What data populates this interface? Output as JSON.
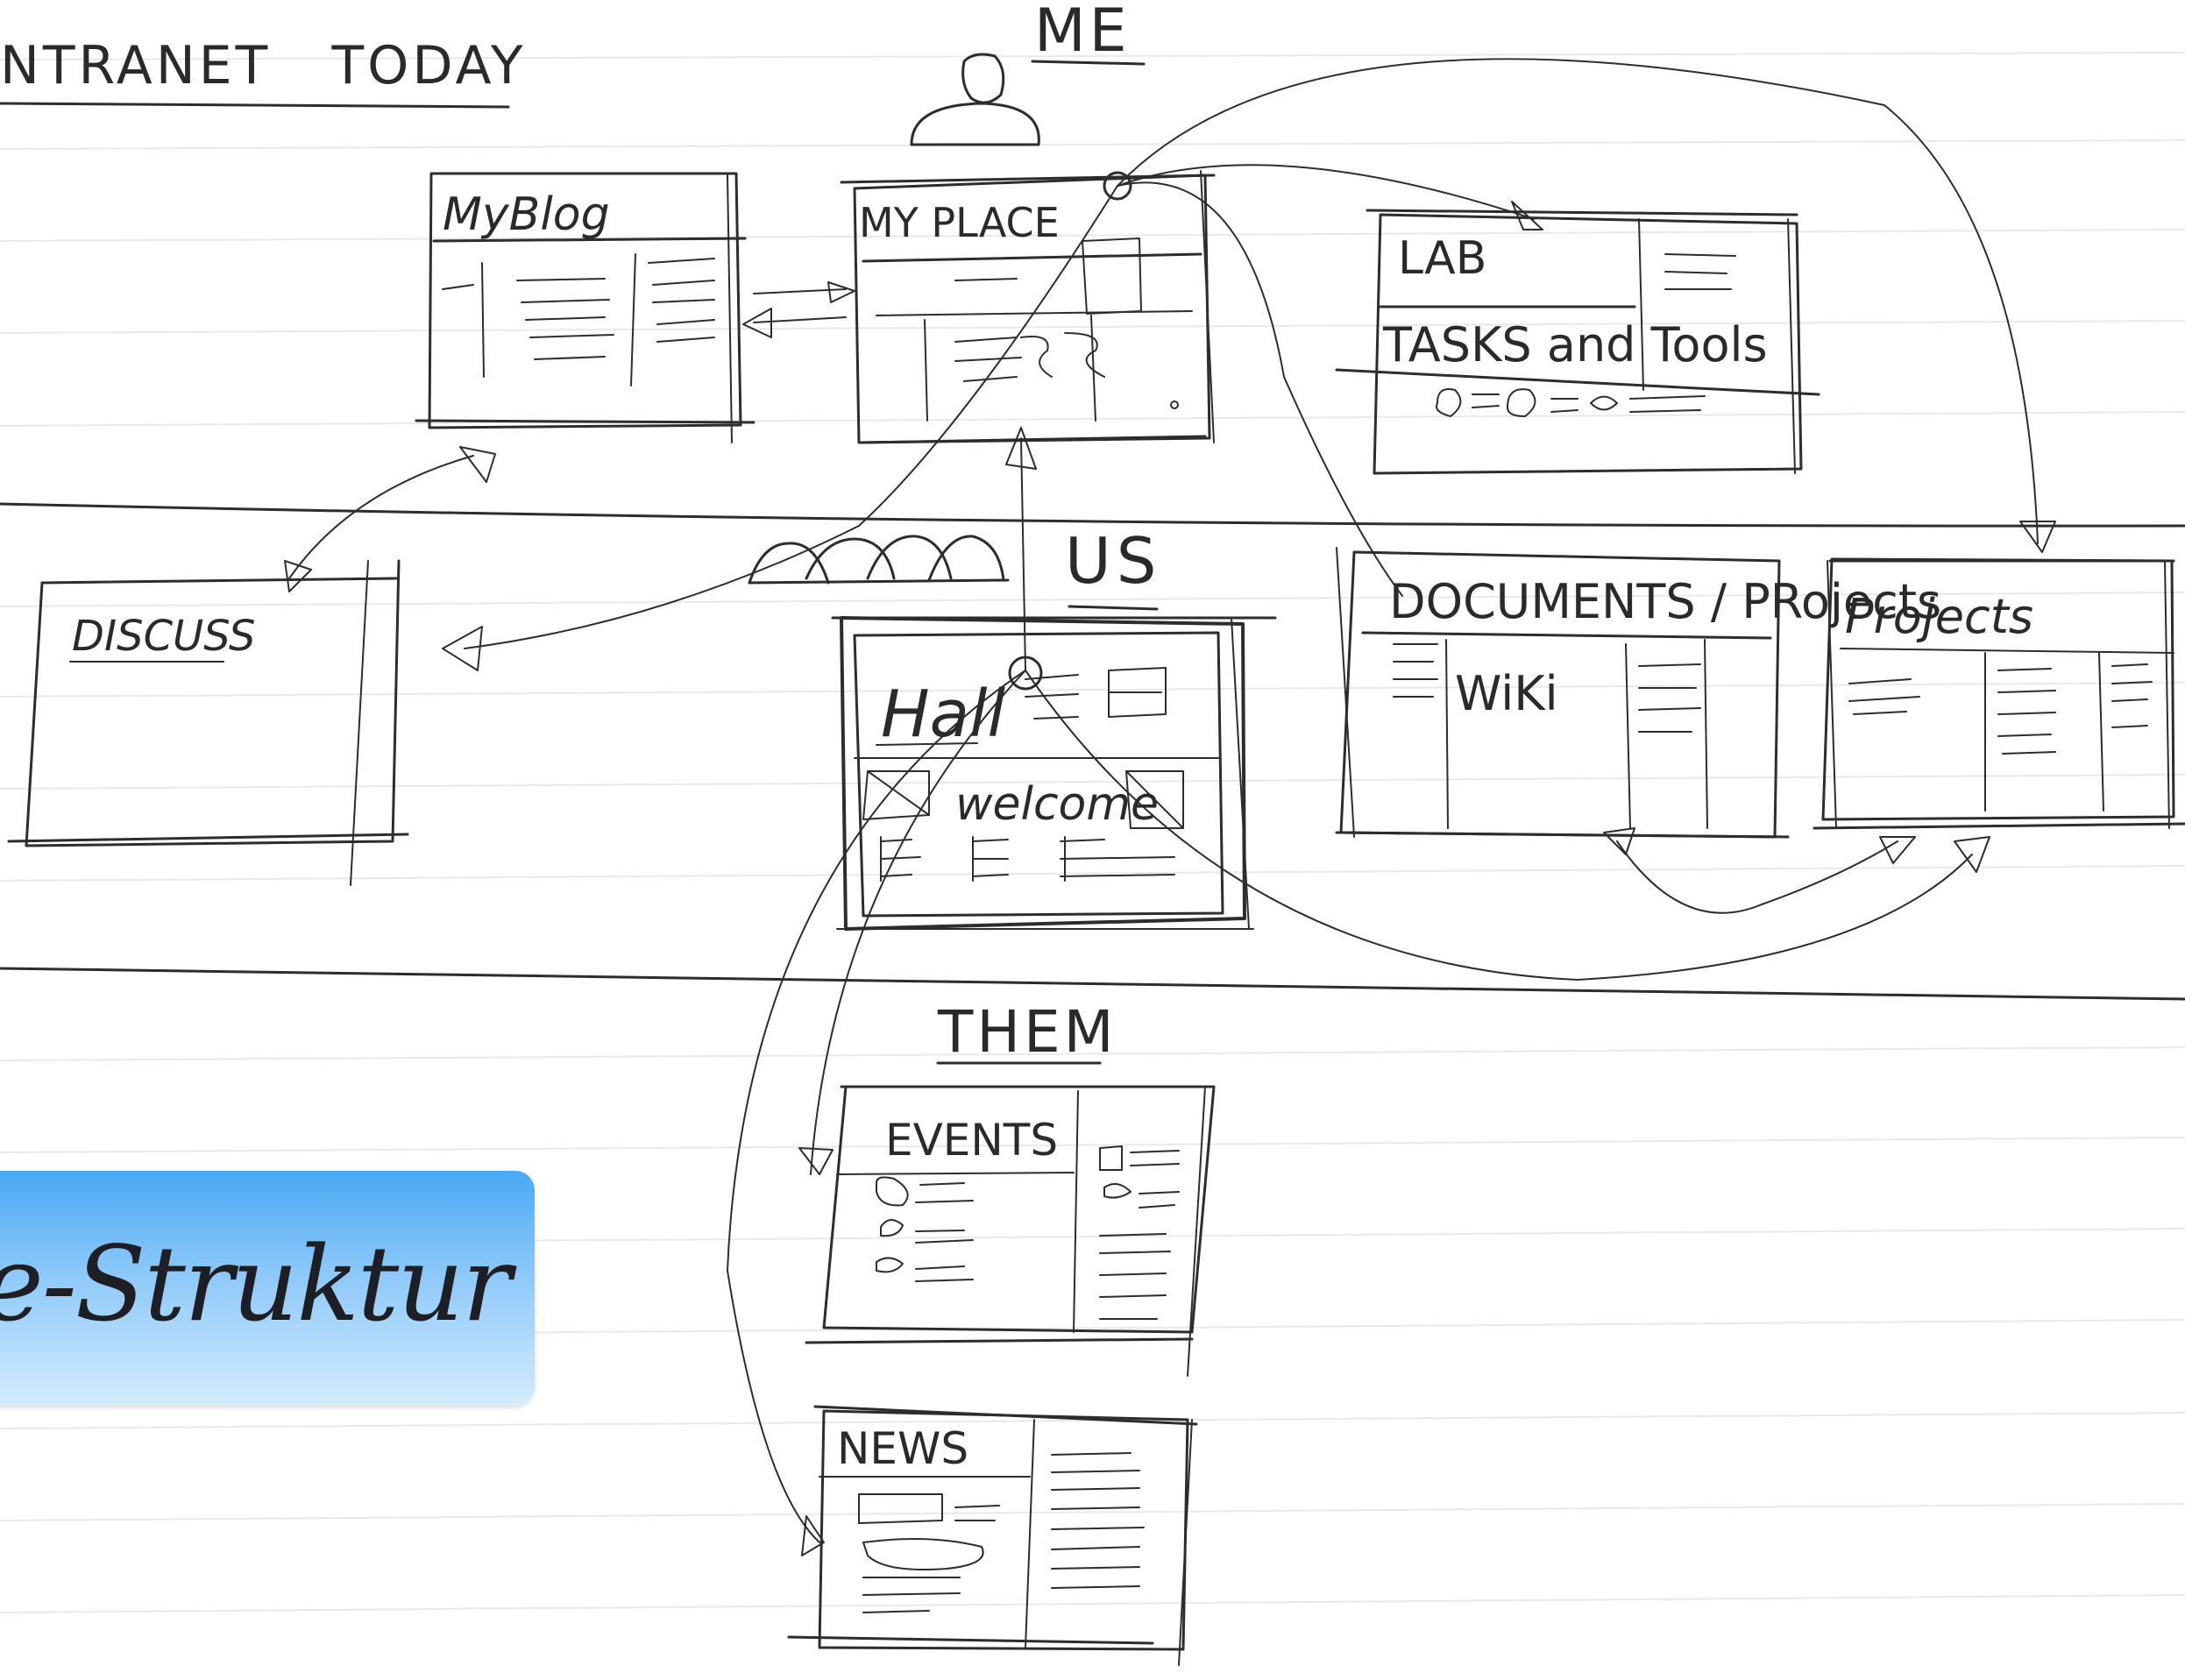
{
  "header_title": "NTRANET   TODAY",
  "zones": {
    "me": "ME",
    "us": "US",
    "them": "THEM"
  },
  "pages": {
    "myblog": "MyBlog",
    "myplace": "MY PLACE",
    "lab": "LAB",
    "tasks_tools": "TASKS and Tools",
    "discuss": "DISCUSS",
    "hall": "Hall",
    "welcome": "welcome",
    "documents": "DOCUMENTS / PRojects",
    "wiki": "WiKi",
    "projects": "Projects",
    "events": "EVENTS",
    "news": "NEWS"
  },
  "banner": {
    "text": "e-Struktur",
    "gradient_top": "#49a8f3",
    "gradient_bottom": "#d4ecfd"
  },
  "colors": {
    "ink": "#2d2d2d",
    "paper": "#ffffff"
  }
}
